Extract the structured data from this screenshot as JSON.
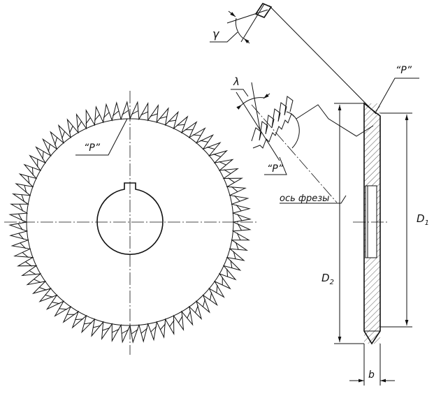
{
  "labels": {
    "gamma": "γ",
    "lambda": "λ",
    "p_wheel": "“P”",
    "p_hob": "“P”",
    "p_section": "“P”",
    "axis_label": "ось фрезы",
    "d1": "D",
    "d1_sub": "1",
    "d2": "D",
    "d2_sub": "2",
    "b": "b"
  },
  "wheel": {
    "teeth": 72
  },
  "colors": {
    "ink": "#111111",
    "paper": "#ffffff"
  }
}
